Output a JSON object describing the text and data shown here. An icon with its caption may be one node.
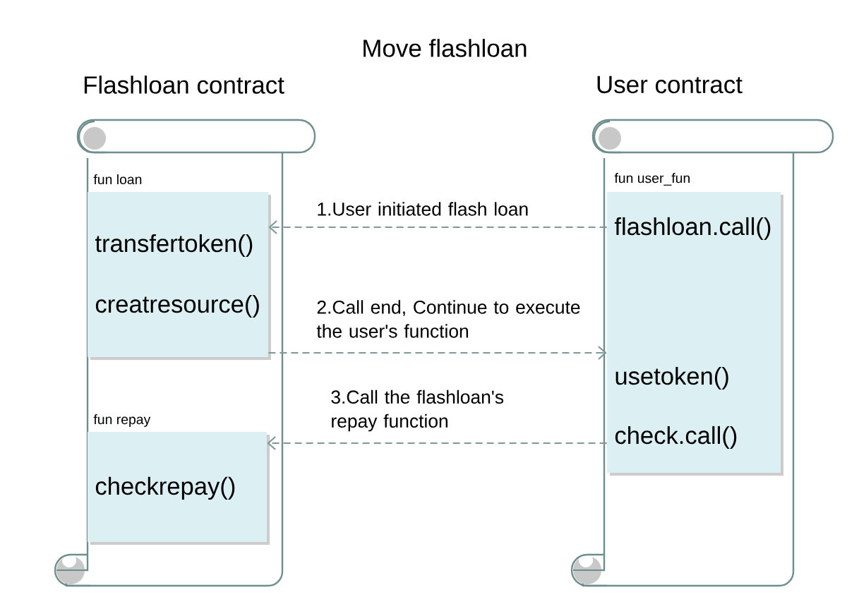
{
  "diagram": {
    "title": "Move flashloan",
    "nodes": [
      {
        "text": [
          "Flashloan contract"
        ]
      },
      {
        "text": [
          "fun loan",
          "transfertoken()",
          "creatresource()"
        ],
        "in": 0
      },
      {
        "text": [
          "fun repay",
          "checkrepay()"
        ],
        "in": 0
      },
      {
        "text": [
          "User contract"
        ]
      },
      {
        "text": [
          "fun user_fun",
          "flashloan.call()",
          "usetoken()",
          "check.call()"
        ],
        "in": 3
      }
    ],
    "edges": [
      {
        "from": 4,
        "to": 1,
        "arrow": "to",
        "style": "dashed",
        "label": "1.User initiated flash loan"
      },
      {
        "from": 1,
        "to": 4,
        "arrow": "to",
        "style": "dashed",
        "label": "2.Call end, Continue to execute the user's function"
      },
      {
        "from": 4,
        "to": 2,
        "arrow": "to",
        "style": "dashed",
        "label": "3.Call the flashloan's repay function"
      }
    ]
  }
}
